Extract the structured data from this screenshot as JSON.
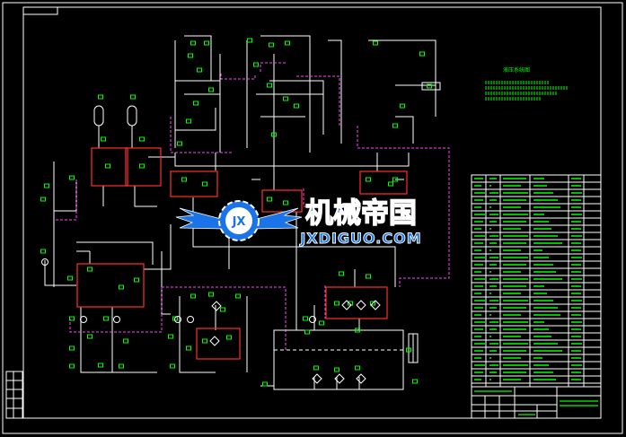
{
  "watermark": {
    "chinese": "机械帝国",
    "latin": "JXDIGUO.COM",
    "emblem": "JX"
  },
  "title_block": {
    "heading": "液压系统图"
  },
  "colors": {
    "background": "#000000",
    "line": "#ffffff",
    "component": "#00ff00",
    "highlight_box": "#ff3030",
    "dashed": "#ff44ff",
    "watermark_blue": "#1a73e8",
    "watermark_outline": "#ffffff"
  },
  "icons": [
    "gear-emblem-icon",
    "wing-icon"
  ]
}
